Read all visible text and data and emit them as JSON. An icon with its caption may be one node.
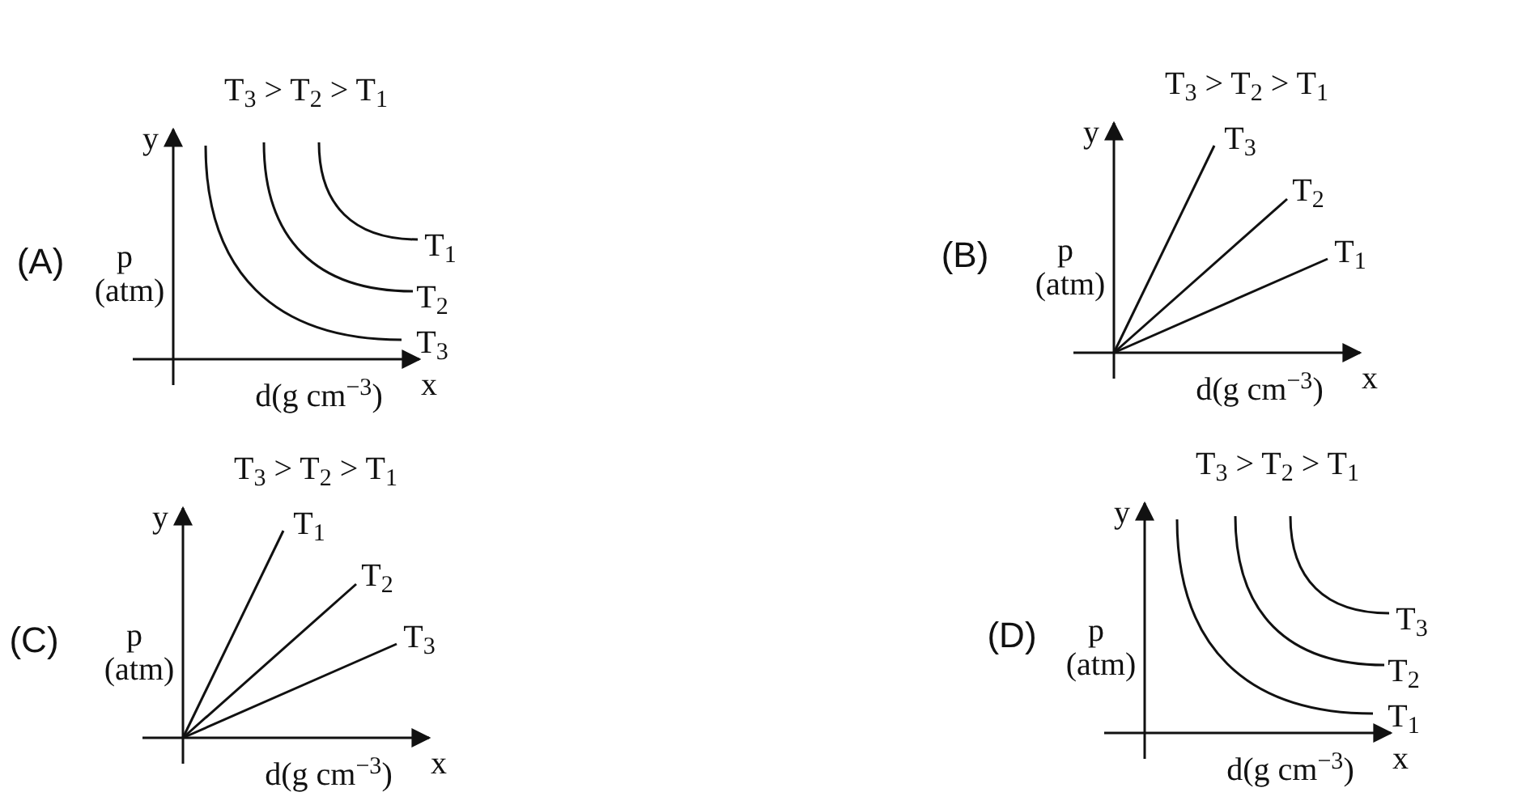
{
  "diagram": {
    "labels": [
      "(A)",
      "T$_{3}$ > T$_{2}$ > T$_{1}$",
      "y",
      "p",
      "(atm)",
      "T$_{1}$",
      "T$_{2}$",
      "T$_{3}$",
      "d(g cm$^{−3}$)",
      "x",
      "(B)",
      "T$_{3}$ > T$_{2}$ > T$_{1}$",
      "y",
      "p",
      "(atm)",
      "T$_{3}$",
      "T$_{2}$",
      "T$_{1}$",
      "d(g cm$^{−3}$)",
      "x",
      "(C)",
      "T$_{3}$ > T$_{2}$ > T$_{1}$",
      "y",
      "p",
      "(atm)",
      "T$_{1}$",
      "T$_{2}$",
      "T$_{3}$",
      "d(g cm$^{−3}$)",
      "x",
      "(D)",
      "T$_{3}$ > T$_{2}$ > T$_{1}$",
      "y",
      "p",
      "(atm)",
      "T$_{3}$",
      "T$_{2}$",
      "T$_{1}$",
      "d(g cm$^{−3}$)",
      "x"
    ]
  }
}
